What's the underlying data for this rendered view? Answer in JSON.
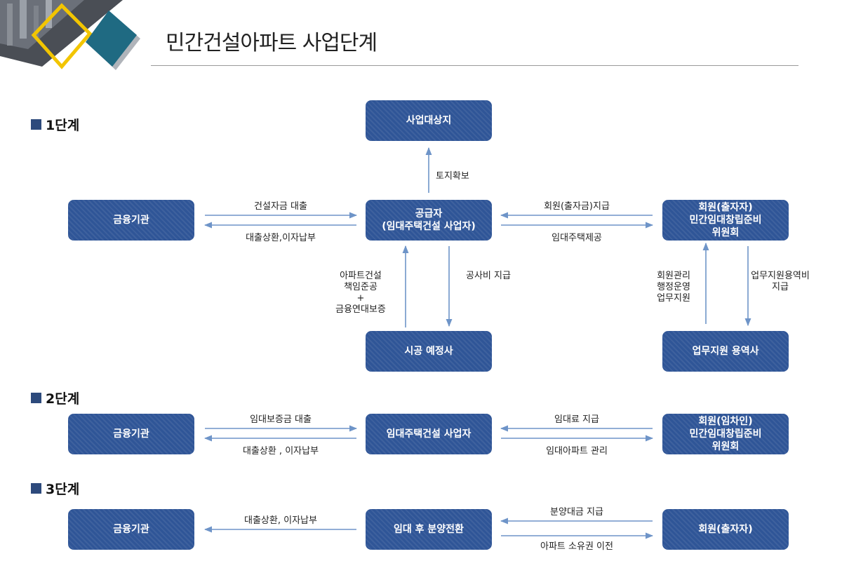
{
  "page_title": "민간건설아파트 사업단계",
  "colors": {
    "box": "#2f5597",
    "arrow": "#6e94c8",
    "section_marker": "#2d4a7c",
    "deco_yellow": "#f2c500",
    "deco_teal": "#1f6a82"
  },
  "stage1": {
    "label": "1단계",
    "boxes": {
      "site": "사업대상지",
      "finance": "금융기관",
      "supplier": [
        "공급자",
        "(임대주택건설 사업자)"
      ],
      "members": [
        "회원(출자자)",
        "민간임대창립준비",
        "위원회"
      ],
      "contractor": "시공 예정사",
      "support": "업무지원 용역사"
    },
    "labels": {
      "land": "토지확보",
      "loan": "건설자금 대출",
      "repay": "대출상환,이자납부",
      "member_pay": "회원(출자금)지급",
      "housing": "임대주택제공",
      "guarantee": [
        "아파트건설",
        "책임준공",
        "+",
        "금융연대보증"
      ],
      "construction_pay": "공사비 지급",
      "mgmt": [
        "회원관리",
        "행정운영",
        "업무지원"
      ],
      "service_fee": [
        "업무지원용역비",
        "지급"
      ]
    }
  },
  "stage2": {
    "label": "2단계",
    "boxes": {
      "finance": "금융기관",
      "developer": "임대주택건설 사업자",
      "members": [
        "회원(임차인)",
        "민간임대창립준비",
        "위원회"
      ]
    },
    "labels": {
      "loan": "임대보증금 대출",
      "repay": "대출상환 , 이자납부",
      "rent": "임대료 지급",
      "manage": "임대아파트 관리"
    }
  },
  "stage3": {
    "label": "3단계",
    "boxes": {
      "finance": "금융기관",
      "conversion": "임대 후 분양전환",
      "members": "회원(출자자)"
    },
    "labels": {
      "repay": "대출상환, 이자납부",
      "sale_pay": "분양대금 지급",
      "transfer": "아파트 소유권 이전"
    }
  }
}
